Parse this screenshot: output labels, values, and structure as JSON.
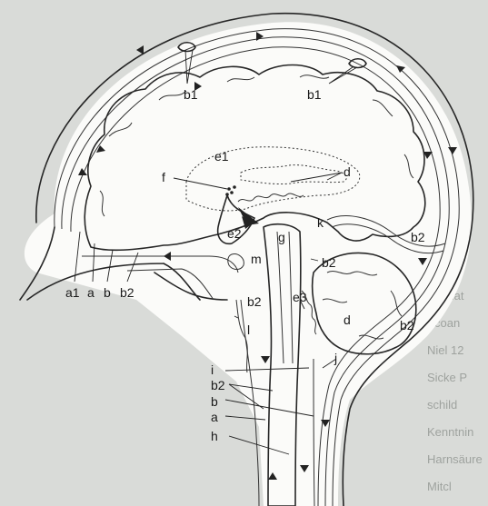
{
  "labels": {
    "b1_left": "b1",
    "b1_right": "b1",
    "e1": "e1",
    "f": "f",
    "d_top": "d",
    "e2": "e2",
    "g": "g",
    "k": "k",
    "b2_right_top": "b2",
    "b2_mid_right": "b2",
    "m": "m",
    "a1": "a1",
    "a": "a",
    "b": "b",
    "b2_left": "b2",
    "b2_brainstem": "b2",
    "e3": "e3",
    "d_cerebellum": "d",
    "b2_bottom_right": "b2",
    "l": "l",
    "j": "j",
    "i": "i",
    "b2_lower": "b2",
    "b_lower": "b",
    "a_lower": "a",
    "h": "h"
  },
  "background_text_fragments": [
    "Instillat",
    "coan",
    "Niel 12",
    "Sicke P",
    "schild",
    "Kenntnin",
    "Harnsäure",
    "Mitcl"
  ],
  "colors": {
    "paper": "#d9dbd8",
    "ink": "#262626"
  }
}
